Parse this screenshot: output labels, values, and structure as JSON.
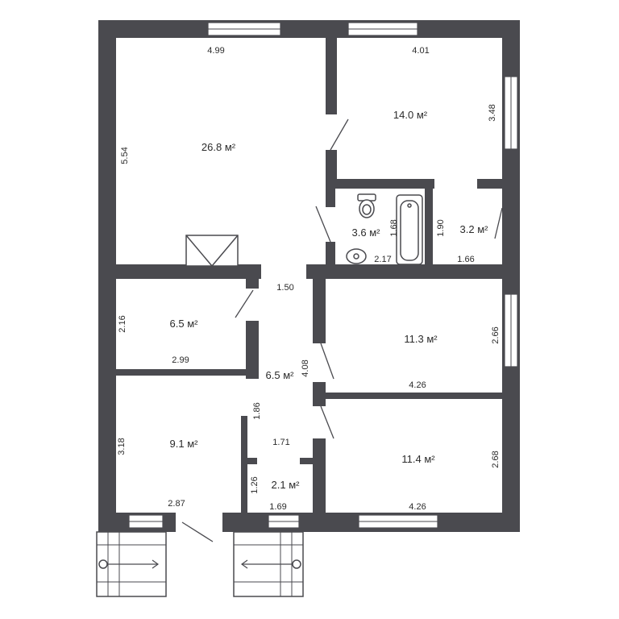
{
  "plan": {
    "dimensions": [
      "4.99",
      "4.01",
      "5.54",
      "3.48",
      "1.68",
      "1.90",
      "2.17",
      "1.66",
      "1.50",
      "2.16",
      "2.99",
      "4.08",
      "2.66",
      "4.26",
      "1.86",
      "3.18",
      "1.71",
      "1.26",
      "2.87",
      "1.69",
      "4.26",
      "2.68"
    ],
    "areas": [
      "26.8 м²",
      "14.0 м²",
      "3.6 м²",
      "3.2 м²",
      "6.5 м²",
      "11.3 м²",
      "6.5 м²",
      "9.1 м²",
      "2.1 м²",
      "11.4 м²"
    ],
    "colors": {
      "wall": "#4a4a4f",
      "background": "#ffffff"
    },
    "icons": [
      "toilet-icon",
      "sink-icon",
      "bathtub-icon",
      "stair-arrow-icon",
      "door-swing-icon",
      "window-icon"
    ]
  }
}
